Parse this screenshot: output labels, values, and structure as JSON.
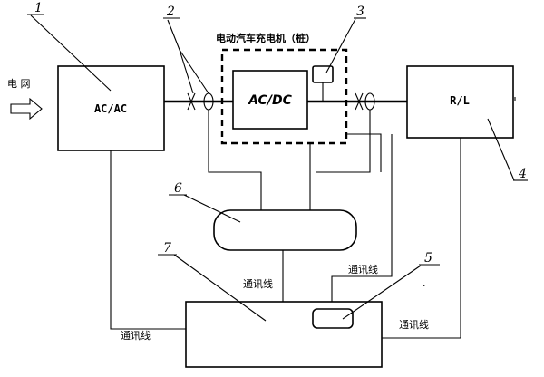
{
  "labels": {
    "grid": "电 网",
    "charger_title": "电动汽车充电机（桩）",
    "comm_line": "通讯线",
    "ac_ac": "AC/AC",
    "ac_dc": "AC/DC",
    "rl": "R/L",
    "dot": "."
  },
  "callouts": [
    "1",
    "2",
    "3",
    "4",
    "5",
    "6",
    "7"
  ]
}
